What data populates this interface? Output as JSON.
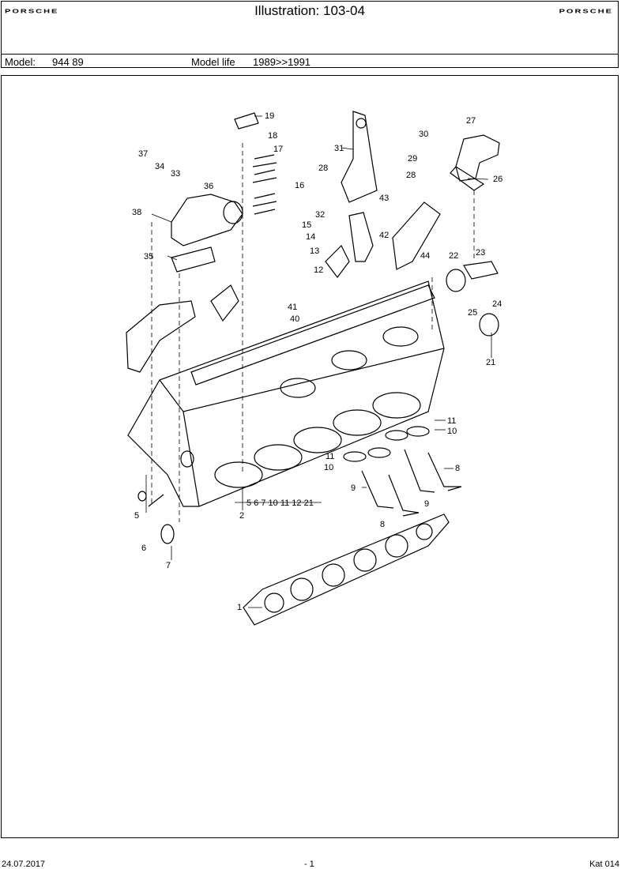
{
  "header": {
    "brand_left": "PORSCHE",
    "title": "Illustration: 103-04",
    "brand_right": "PORSCHE",
    "model_label": "Model:",
    "model_value": "944 89",
    "model_life_label": "Model life",
    "model_life_value": "1989>>1991"
  },
  "callouts": [
    "19",
    "18",
    "17",
    "16",
    "15",
    "14",
    "13",
    "12",
    "41",
    "40",
    "31",
    "28",
    "32",
    "43",
    "42",
    "44",
    "30",
    "27",
    "29",
    "28",
    "26",
    "37",
    "34",
    "33",
    "36",
    "38",
    "35",
    "22",
    "23",
    "24",
    "25",
    "21",
    "11",
    "10",
    "11",
    "10",
    "8",
    "9",
    "9",
    "8",
    "5",
    "6",
    "7",
    "2",
    "1"
  ],
  "group_label": "5 6 7 10 11 12 21",
  "footer": {
    "date": "24.07.2017",
    "page": "- 1",
    "catalog": "Kat 014"
  }
}
